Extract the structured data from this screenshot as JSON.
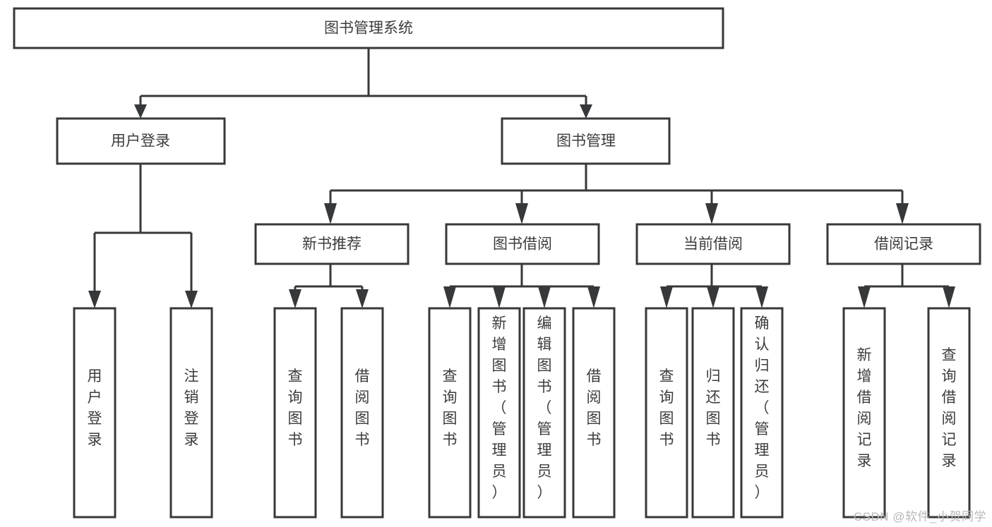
{
  "diagram": {
    "type": "tree-hierarchy",
    "title": "图书管理系统",
    "watermark": "CSDN @软件_小贺同学",
    "colors": {
      "box_stroke": "#36383a",
      "box_fill": "#ffffff",
      "text": "#3c3c3c",
      "background": "#ffffff",
      "watermark": "#b9b9b9"
    },
    "root": {
      "id": "root",
      "label": "图书管理系统"
    },
    "level2": [
      {
        "id": "user-login",
        "label": "用户登录"
      },
      {
        "id": "book-management",
        "label": "图书管理"
      }
    ],
    "level3": [
      {
        "id": "new-book-recommend",
        "label": "新书推荐",
        "parent": "book-management"
      },
      {
        "id": "book-borrow",
        "label": "图书借阅",
        "parent": "book-management"
      },
      {
        "id": "current-borrow",
        "label": "当前借阅",
        "parent": "book-management"
      },
      {
        "id": "borrow-record",
        "label": "借阅记录",
        "parent": "book-management"
      }
    ],
    "leaves": [
      {
        "id": "leaf-user-login",
        "label": "用户登录",
        "parent": "user-login"
      },
      {
        "id": "leaf-logout-login",
        "label": "注销登录",
        "parent": "user-login"
      },
      {
        "id": "leaf-query-book-1",
        "label": "查询图书",
        "parent": "new-book-recommend"
      },
      {
        "id": "leaf-borrow-book-1",
        "label": "借阅图书",
        "parent": "new-book-recommend"
      },
      {
        "id": "leaf-query-book-2",
        "label": "查询图书",
        "parent": "book-borrow"
      },
      {
        "id": "leaf-add-book",
        "label": "新增图书（管理员）",
        "parent": "book-borrow"
      },
      {
        "id": "leaf-edit-book",
        "label": "编辑图书（管理员）",
        "parent": "book-borrow"
      },
      {
        "id": "leaf-borrow-book-2",
        "label": "借阅图书",
        "parent": "book-borrow"
      },
      {
        "id": "leaf-query-book-3",
        "label": "查询图书",
        "parent": "current-borrow"
      },
      {
        "id": "leaf-return-book",
        "label": "归还图书",
        "parent": "current-borrow"
      },
      {
        "id": "leaf-confirm-return",
        "label": "确认归还（管理员）",
        "parent": "current-borrow"
      },
      {
        "id": "leaf-add-record",
        "label": "新增借阅记录",
        "parent": "borrow-record"
      },
      {
        "id": "leaf-query-record",
        "label": "查询借阅记录",
        "parent": "borrow-record"
      }
    ]
  }
}
